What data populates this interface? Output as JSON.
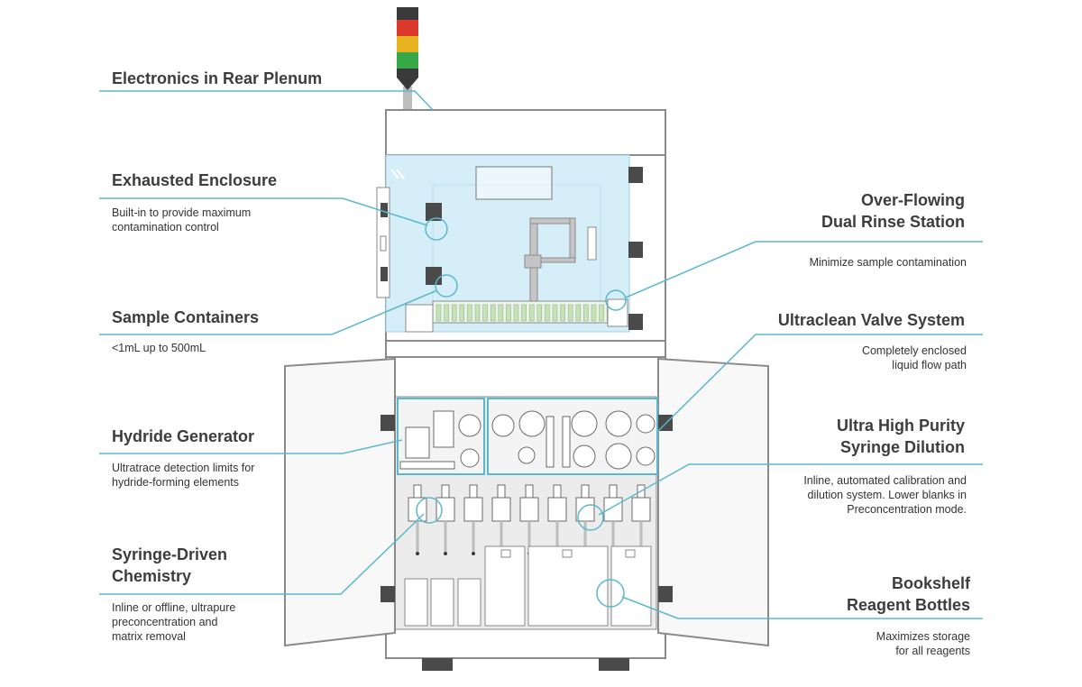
{
  "colors": {
    "accent": "#5bb8cc",
    "enclosure_fill": "#d6eef8",
    "cabinet_stroke": "#8a8a8a",
    "cabinet_fill": "#f4f4f4",
    "dark_block": "#4a4a4a",
    "tower_red": "#d9382b",
    "tower_amber": "#e8b320",
    "tower_green": "#36a845",
    "tower_dark": "#3a3a3a",
    "bottle_green": "#c6e3b6"
  },
  "callouts": {
    "electronics": {
      "title": "Electronics in Rear Plenum"
    },
    "exhausted": {
      "title": "Exhausted Enclosure",
      "desc": [
        "Built-in to provide maximum",
        "contamination control"
      ]
    },
    "sample": {
      "title": "Sample Containers",
      "desc": [
        "<1mL up to 500mL"
      ]
    },
    "hydride": {
      "title": "Hydride Generator",
      "desc": [
        "Ultratrace detection limits for",
        "hydride-forming elements"
      ]
    },
    "syringe_chem": {
      "title": [
        "Syringe-Driven",
        "Chemistry"
      ],
      "desc": [
        "Inline or offline, ultrapure",
        "preconcentration and",
        "matrix removal"
      ]
    },
    "rinse": {
      "title": [
        "Over-Flowing",
        "Dual Rinse Station"
      ],
      "desc": [
        "Minimize sample contamination"
      ]
    },
    "valve": {
      "title": "Ultraclean Valve System",
      "desc": [
        "Completely enclosed",
        "liquid flow path"
      ]
    },
    "dilution": {
      "title": [
        "Ultra High Purity",
        "Syringe Dilution"
      ],
      "desc": [
        "Inline, automated calibration and",
        "dilution system. Lower blanks in",
        "Preconcentration mode."
      ]
    },
    "bookshelf": {
      "title": [
        "Bookshelf",
        "Reagent Bottles"
      ],
      "desc": [
        "Maximizes storage",
        "for all reagents"
      ]
    }
  }
}
